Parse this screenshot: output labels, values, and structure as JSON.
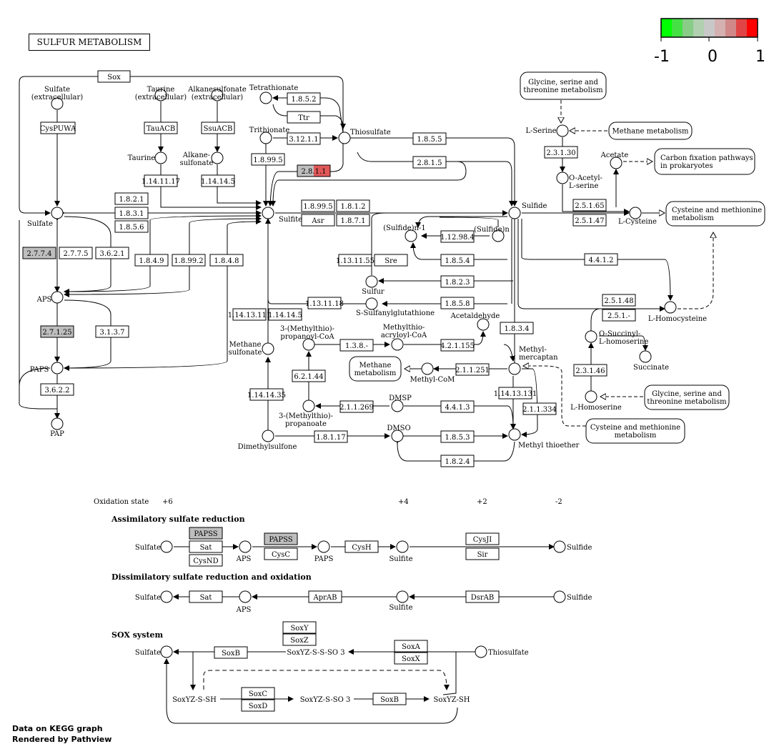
{
  "title": "SULFUR METABOLISM",
  "legend": {
    "colors": [
      "#00ff00",
      "#44e044",
      "#88cc88",
      "#b0d0b0",
      "#c8c8c8",
      "#d4b0b0",
      "#d08888",
      "#e04444",
      "#ff0000"
    ],
    "min_label": "-1",
    "mid_label": "0",
    "max_label": "1"
  },
  "credit": {
    "line1": "Data on KEGG graph",
    "line2": "Rendered by Pathview"
  },
  "colors": {
    "box_gray": "#bebebe",
    "box_red": "#e05858",
    "box_stroke": "#000000",
    "node_fill": "#ffffff"
  },
  "compounds": [
    {
      "id": "c1",
      "label": "Sulfate\n(extracellular)"
    },
    {
      "id": "c2",
      "label": "Taurine\n(extracellular)"
    },
    {
      "id": "c3",
      "label": "Alkanesulfonate\n(extracellular)"
    },
    {
      "id": "c4",
      "label": "Tetrathionate"
    },
    {
      "id": "c5",
      "label": "Trithionate"
    },
    {
      "id": "c6",
      "label": "Thiosulfate"
    },
    {
      "id": "c7",
      "label": "Taurine"
    },
    {
      "id": "c8",
      "label": "Alkane-\nsulfonate"
    },
    {
      "id": "c9",
      "label": "Sulfate"
    },
    {
      "id": "c10",
      "label": "Sulfite"
    },
    {
      "id": "c11",
      "label": "Sulfide"
    },
    {
      "id": "c12",
      "label": "(Sulfide)n-1"
    },
    {
      "id": "c13",
      "label": "(Sulfide)n"
    },
    {
      "id": "c14",
      "label": "Sulfur"
    },
    {
      "id": "c15",
      "label": "S-Sulfanylglutathione"
    },
    {
      "id": "c16",
      "label": "APS"
    },
    {
      "id": "c17",
      "label": "PAPS"
    },
    {
      "id": "c18",
      "label": "PAP"
    },
    {
      "id": "c19",
      "label": "Methane\nsulfonate"
    },
    {
      "id": "c20",
      "label": "3-(Methylthio)-\npropanoyl-CoA"
    },
    {
      "id": "c21",
      "label": "Methylthio-\nacryloyl-CoA"
    },
    {
      "id": "c22",
      "label": "Acetaldehyde"
    },
    {
      "id": "c23",
      "label": "Methyl-\nmercaptan"
    },
    {
      "id": "c24",
      "label": "Methyl-CoM"
    },
    {
      "id": "c25",
      "label": "DMSP"
    },
    {
      "id": "c26",
      "label": "3-(Methylthio)-\npropanoate"
    },
    {
      "id": "c27",
      "label": "DMSO"
    },
    {
      "id": "c28",
      "label": "Dimethylsulfone"
    },
    {
      "id": "c29",
      "label": "Methyl thioether"
    },
    {
      "id": "c30",
      "label": "L-Serine"
    },
    {
      "id": "c31",
      "label": "O-Acetyl-\nL-serine"
    },
    {
      "id": "c32",
      "label": "Acetate"
    },
    {
      "id": "c33",
      "label": "L-Cysteine"
    },
    {
      "id": "c34",
      "label": "L-Homocysteine"
    },
    {
      "id": "c35",
      "label": "O-Succinyl-\nL-homoserine"
    },
    {
      "id": "c36",
      "label": "Succinate"
    },
    {
      "id": "c37",
      "label": "L-Homoserine"
    }
  ],
  "pathway_links": [
    {
      "id": "p1",
      "label": "Glycine, serine and\nthreonine metabolism"
    },
    {
      "id": "p2",
      "label": "Methane metabolism"
    },
    {
      "id": "p3",
      "label": "Carbon fixation pathways\nin prokaryotes"
    },
    {
      "id": "p4",
      "label": "Cysteine and methionine\nmetabolism"
    },
    {
      "id": "p5",
      "label": "Methane\nmetabolism"
    },
    {
      "id": "p6",
      "label": "Glycine, serine and\nthreonine metabolism"
    },
    {
      "id": "p7",
      "label": "Cysteine and methionine\nmetabolism"
    }
  ],
  "enzymes": [
    {
      "id": "e1",
      "label": "Sox"
    },
    {
      "id": "e2",
      "label": "CysPUWA"
    },
    {
      "id": "e3",
      "label": "TauACB"
    },
    {
      "id": "e4",
      "label": "SsuACB"
    },
    {
      "id": "e5",
      "label": "1.8.5.2"
    },
    {
      "id": "e6",
      "label": "Ttr"
    },
    {
      "id": "e7",
      "label": "3.12.1.1"
    },
    {
      "id": "e8",
      "label": "1.8.99.5"
    },
    {
      "id": "e9",
      "label": "2.8.1.1"
    },
    {
      "id": "e10",
      "label": "1.14.11.17"
    },
    {
      "id": "e11",
      "label": "1.14.14.5"
    },
    {
      "id": "e12",
      "label": "1.8.5.5"
    },
    {
      "id": "e13",
      "label": "2.8.1.5"
    },
    {
      "id": "e14",
      "label": "1.8.2.1"
    },
    {
      "id": "e15",
      "label": "1.8.3.1"
    },
    {
      "id": "e16",
      "label": "1.8.5.6"
    },
    {
      "id": "e17",
      "label": "1.8.99.5"
    },
    {
      "id": "e18",
      "label": "1.8.1.2"
    },
    {
      "id": "e19",
      "label": "Asr"
    },
    {
      "id": "e20",
      "label": "1.8.7.1"
    },
    {
      "id": "e21",
      "label": "2.7.7.4"
    },
    {
      "id": "e22",
      "label": "2.7.7.5"
    },
    {
      "id": "e23",
      "label": "3.6.2.1"
    },
    {
      "id": "e24",
      "label": "1.8.4.9"
    },
    {
      "id": "e25",
      "label": "1.8.99.2"
    },
    {
      "id": "e26",
      "label": "1.8.4.8"
    },
    {
      "id": "e27",
      "label": "1.12.98.4"
    },
    {
      "id": "e28",
      "label": "1.13.11.55"
    },
    {
      "id": "e29",
      "label": "Sre"
    },
    {
      "id": "e30",
      "label": "1.8.5.4"
    },
    {
      "id": "e31",
      "label": "1.8.2.3"
    },
    {
      "id": "e32",
      "label": "1.13.11.18"
    },
    {
      "id": "e33",
      "label": "1.8.5.8"
    },
    {
      "id": "e34",
      "label": "2.7.1.25"
    },
    {
      "id": "e35",
      "label": "3.1.3.7"
    },
    {
      "id": "e36",
      "label": "1.14.13.111"
    },
    {
      "id": "e37",
      "label": "1.14.14.5"
    },
    {
      "id": "e38",
      "label": "3.6.2.2"
    },
    {
      "id": "e39",
      "label": "1.3.8.-"
    },
    {
      "id": "e40",
      "label": "4.2.1.155"
    },
    {
      "id": "e41",
      "label": "1.8.3.4"
    },
    {
      "id": "e42",
      "label": "6.2.1.44"
    },
    {
      "id": "e43",
      "label": "2.1.1.251"
    },
    {
      "id": "e44",
      "label": "1.14.14.35"
    },
    {
      "id": "e45",
      "label": "2.1.1.269"
    },
    {
      "id": "e46",
      "label": "4.4.1.3"
    },
    {
      "id": "e47",
      "label": "1.14.13.131"
    },
    {
      "id": "e48",
      "label": "2.1.1.334"
    },
    {
      "id": "e49",
      "label": "1.8.1.17"
    },
    {
      "id": "e50",
      "label": "1.8.5.3"
    },
    {
      "id": "e51",
      "label": "1.8.2.4"
    },
    {
      "id": "e52",
      "label": "2.3.1.30"
    },
    {
      "id": "e53",
      "label": "2.5.1.65"
    },
    {
      "id": "e54",
      "label": "2.5.1.47"
    },
    {
      "id": "e55",
      "label": "4.4.1.2"
    },
    {
      "id": "e56",
      "label": "2.5.1.48"
    },
    {
      "id": "e57",
      "label": "2.5.1.-"
    },
    {
      "id": "e58",
      "label": "2.3.1.46"
    }
  ],
  "oxidation": {
    "label": "Oxidation state",
    "s6": "+6",
    "s4": "+4",
    "s2": "+2",
    "sm2": "-2"
  },
  "modules": {
    "assim": {
      "heading": "Assimilatory sulfate reduction",
      "sulfate": "Sulfate",
      "aps": "APS",
      "paps": "PAPS",
      "sulfite": "Sulfite",
      "sulfide": "Sulfide",
      "papss1": "PAPSS",
      "sat": "Sat",
      "cysnd": "CysND",
      "papss2": "PAPSS",
      "cysc": "CysC",
      "cysh": "CysH",
      "cysji": "CysJI",
      "sir": "Sir"
    },
    "dissim": {
      "heading": "Dissimilatory sulfate reduction and oxidation",
      "sulfate": "Sulfate",
      "aps": "APS",
      "sulfite": "Sulfite",
      "sulfide": "Sulfide",
      "sat": "Sat",
      "aprab": "AprAB",
      "dsrab": "DsrAB"
    },
    "sox": {
      "heading": "SOX system",
      "sulfate": "Sulfate",
      "soxyz_s_s_so3": "SoxYZ-S-S-SO 3",
      "thiosulfate": "Thiosulfate",
      "soxyz_s_sh": "SoxYZ-S-SH",
      "soxyz_s_so3": "SoxYZ-S-SO 3",
      "soxyz_sh": "SoxYZ-SH",
      "soxb1": "SoxB",
      "soxy": "SoxY",
      "soxz": "SoxZ",
      "soxa": "SoxA",
      "soxx": "SoxX",
      "soxc": "SoxC",
      "soxd": "SoxD",
      "soxb2": "SoxB"
    }
  }
}
